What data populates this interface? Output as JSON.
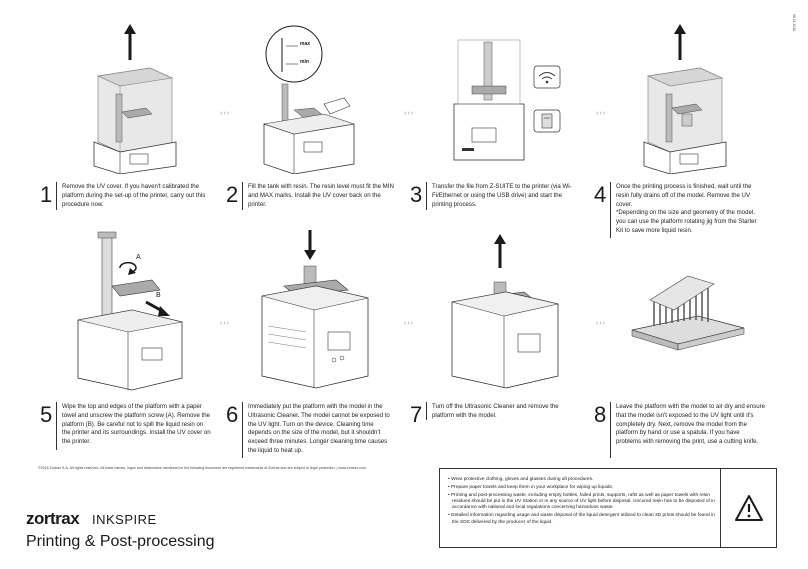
{
  "version_code": "06.11.2018",
  "steps": [
    {
      "number": "1",
      "text": "Remove the UV cover. If you haven't calibrated the platform during the set-up of the printer, carry out this procedure now."
    },
    {
      "number": "2",
      "text": "Fill the tank with resin. The resin level must fit the MIN and MAX marks. Install the UV cover back on the printer.",
      "label_max": "max",
      "label_min": "min"
    },
    {
      "number": "3",
      "text": "Transfer the file from Z-SUITE to the printer (via Wi-Fi/Ethernet or using the USB drive) and start the printing process."
    },
    {
      "number": "4",
      "text": "Once the printing process is finished, wait until the resin fully drains off of the model. Remove the UV cover.",
      "note": "*Depending on the size and geometry of the model, you can use the platform rotating jig from the Starter Kit to save more liquid resin."
    },
    {
      "number": "5",
      "text": "Wipe the top and edges of the platform with a paper towel and unscrew the platform screw (A). Remove the platform (B). Be careful not to spill the liquid resin on the printer and its surroundings. Install the UV cover on the printer.",
      "label_a": "A",
      "label_b": "B"
    },
    {
      "number": "6",
      "text": "Immediately put the platform with the model in the Ultrasonic Cleaner. The model cannot be exposed to the UV light. Turn on the device. Cleaning time depends on the size of the model, but it shouldn't exceed three minutes. Longer cleaning time causes the liquid to heat up."
    },
    {
      "number": "7",
      "text": "Turn off the Ultrasonic Cleaner and remove the platform with the model."
    },
    {
      "number": "8",
      "text": "Leave the platform with the model to air dry and ensure that the model isn't exposed to the UV light until it's completely dry. Next, remove the model from the platform by hand or use a spatula. If you have problems with removing the print, use a cutting knife."
    }
  ],
  "arrow_glyph": "›››",
  "copyright": "©2018 Zortrax S.A. All rights reserved. All trade names, logos and trademarks mentioned in the following document are registered trademarks of Zortrax and are subject to legal protection.   |   www.zortrax.com",
  "brand": "zortrax",
  "model": "INKSPIRE",
  "doc_title": "Printing & Post-processing",
  "safety": [
    "Wear protective clothing, gloves and glasses during all procedures.",
    "Prepare paper towels and keep them in your workplace for wiping up liquids.",
    "Printing and post-processing waste, including empty bottles, failed prints, supports, rafts as well as paper towels with resin residues should be put in the UV Station or in any source of UV light before disposal. Uncured resin has to be disposed of in accordance with national and local regulations concerning hazardous waste.",
    "Detailed information regarding usage and waste disposal of the liquid detergent utilized to clean 3D prints should be found in the SDS delivered by the producer of the liquid."
  ],
  "icons": [
    "up-arrow-icon",
    "down-arrow-icon",
    "wifi-icon",
    "usb-drive-icon",
    "rotate-icon",
    "warning-icon"
  ],
  "colors": {
    "ink": "#1a1a1a",
    "gray": "#bdbdbd",
    "light": "#e6e6e6"
  }
}
